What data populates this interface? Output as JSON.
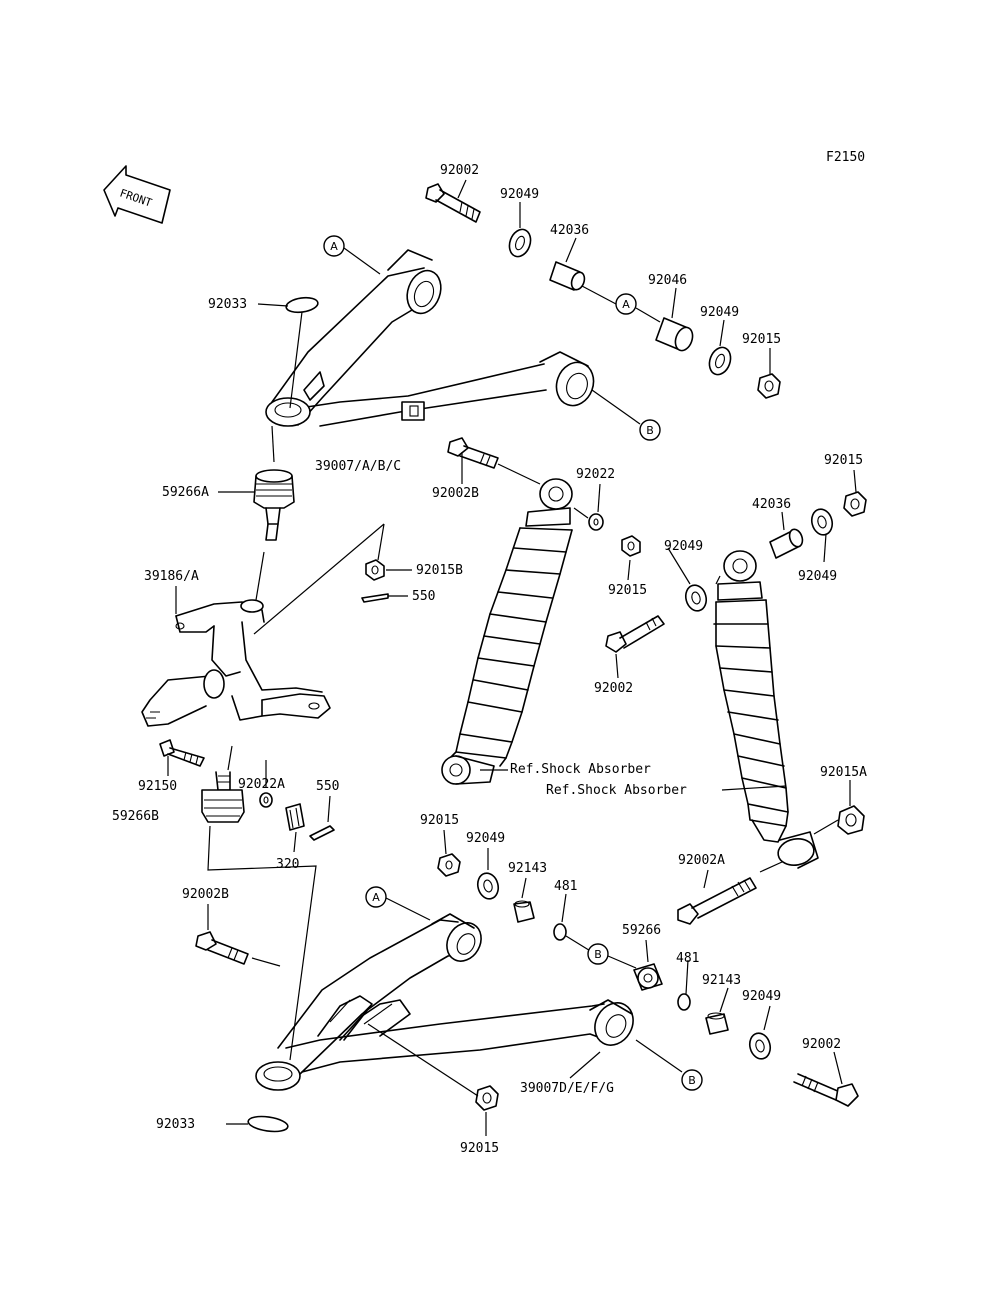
{
  "figure_code": "F2150",
  "front_label": "FRONT",
  "callouts": {
    "A": "A",
    "B": "B"
  },
  "parts": {
    "p92002_top": "92002",
    "p92049_top": "92049",
    "p42036_top": "42036",
    "p92046": "92046",
    "p92049_mid": "92049",
    "p92015_mid": "92015",
    "p92033_top": "92033",
    "p39007_abc": "39007/A/B/C",
    "p92002b_top": "92002B",
    "p92022": "92022",
    "p92015_right": "92015",
    "p42036_right": "42036",
    "p92049_rightA": "92049",
    "p92049_rightB": "92049",
    "p92015_center": "92015",
    "p59266a": "59266A",
    "p39186a": "39186/A",
    "p92015b": "92015B",
    "p550_top": "550",
    "p92002_center": "92002",
    "p92150": "92150",
    "p92022a": "92022A",
    "p550_bottom": "550",
    "p59266b": "59266B",
    "p320": "320",
    "ref_shock_1": "Ref.Shock Absorber",
    "ref_shock_2": "Ref.Shock Absorber",
    "p92015a": "92015A",
    "p92015_low": "92015",
    "p92049_low": "92049",
    "p92143_low": "92143",
    "p481_low": "481",
    "p92002a": "92002A",
    "p92002b_low": "92002B",
    "p59266": "59266",
    "p481_right": "481",
    "p92143_right": "92143",
    "p92049_lowright": "92049",
    "p92002_lowright": "92002",
    "p39007_defg": "39007D/E/F/G",
    "p92033_bottom": "92033",
    "p92015_bottom": "92015"
  }
}
